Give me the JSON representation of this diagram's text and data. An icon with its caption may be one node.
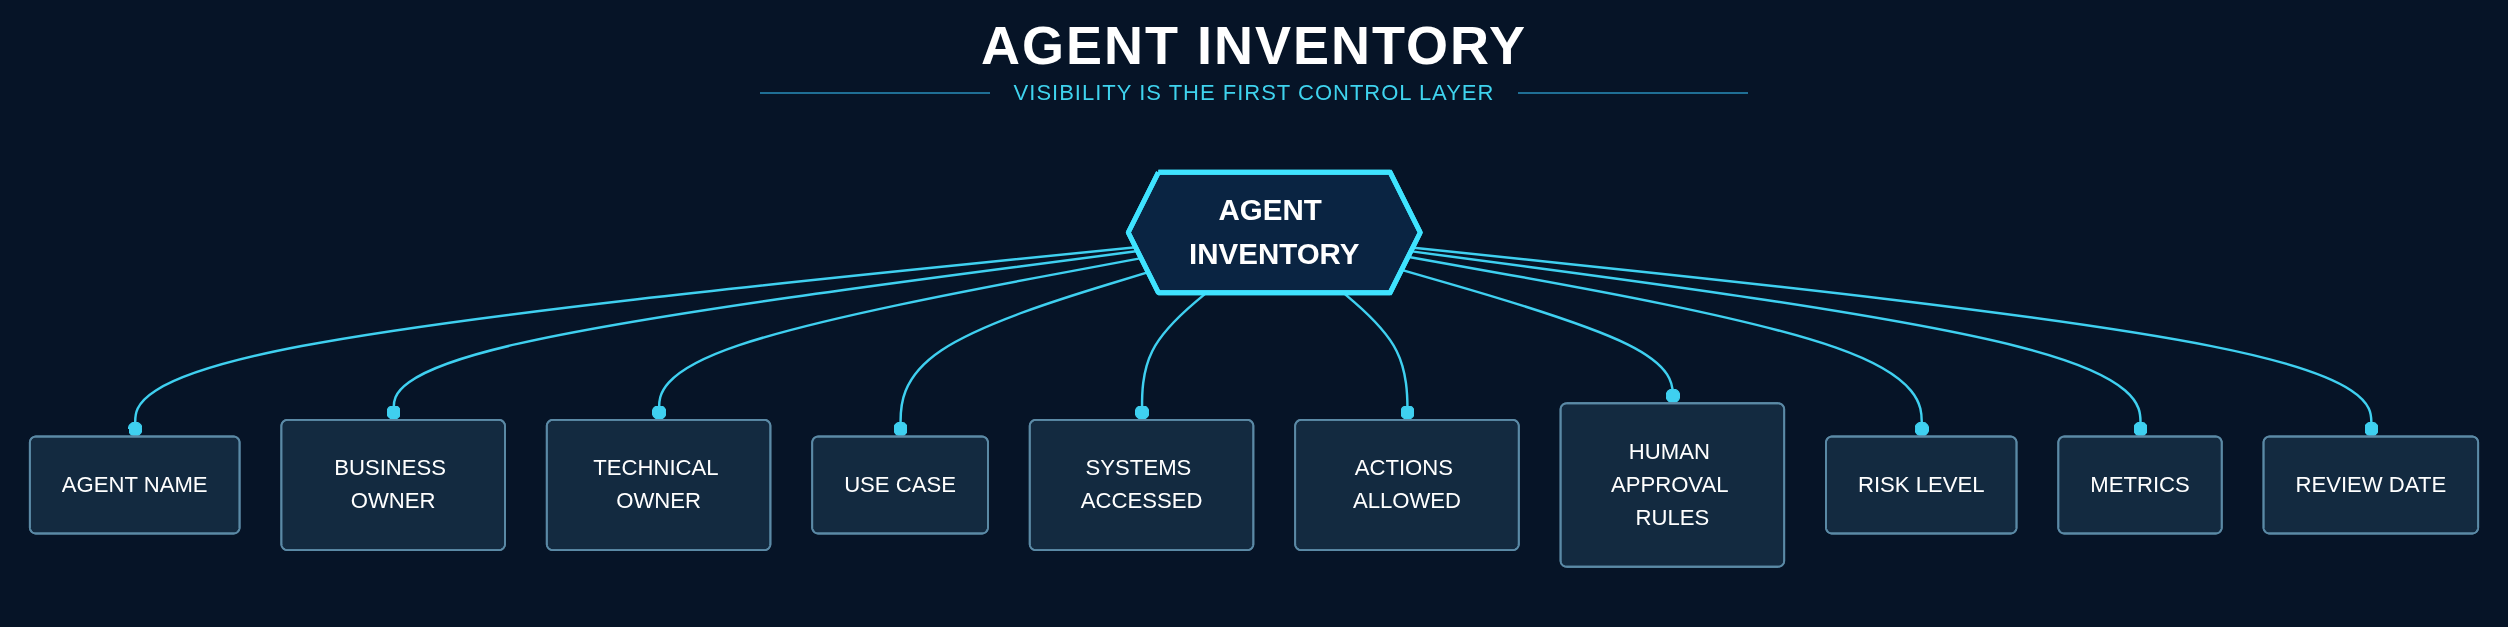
{
  "diagram": {
    "title": "AGENT INVENTORY",
    "nodes": [
      {
        "text": [
          "AGENT INVENTORY"
        ]
      },
      {
        "text": [
          "AGENT NAME"
        ]
      },
      {
        "text": [
          "BUSINESS OWNER"
        ]
      },
      {
        "text": [
          "TECHNICAL OWNER"
        ]
      },
      {
        "text": [
          "USE CASE"
        ]
      },
      {
        "text": [
          "SYSTEMS ACCESSED"
        ]
      },
      {
        "text": [
          "ACTIONS ALLOWED"
        ]
      },
      {
        "text": [
          "HUMAN APPROVAL RULES"
        ]
      },
      {
        "text": [
          "RISK LEVEL"
        ]
      },
      {
        "text": [
          "METRICS"
        ]
      },
      {
        "text": [
          "REVIEW DATE"
        ]
      }
    ],
    "edges": [
      {
        "from": 0,
        "to": 1,
        "arrow": "other"
      },
      {
        "from": 0,
        "to": 2,
        "arrow": "other"
      },
      {
        "from": 0,
        "to": 3,
        "arrow": "other"
      },
      {
        "from": 0,
        "to": 4,
        "arrow": "other"
      },
      {
        "from": 0,
        "to": 5,
        "arrow": "other"
      },
      {
        "from": 0,
        "to": 6,
        "arrow": "other"
      },
      {
        "from": 0,
        "to": 7,
        "arrow": "other"
      },
      {
        "from": 0,
        "to": 8,
        "arrow": "other"
      },
      {
        "from": 0,
        "to": 9,
        "arrow": "other"
      },
      {
        "from": 0,
        "to": 10,
        "arrow": "other"
      }
    ],
    "labels": [
      "VISIBILITY IS THE FIRST CONTROL LAYER"
    ]
  }
}
